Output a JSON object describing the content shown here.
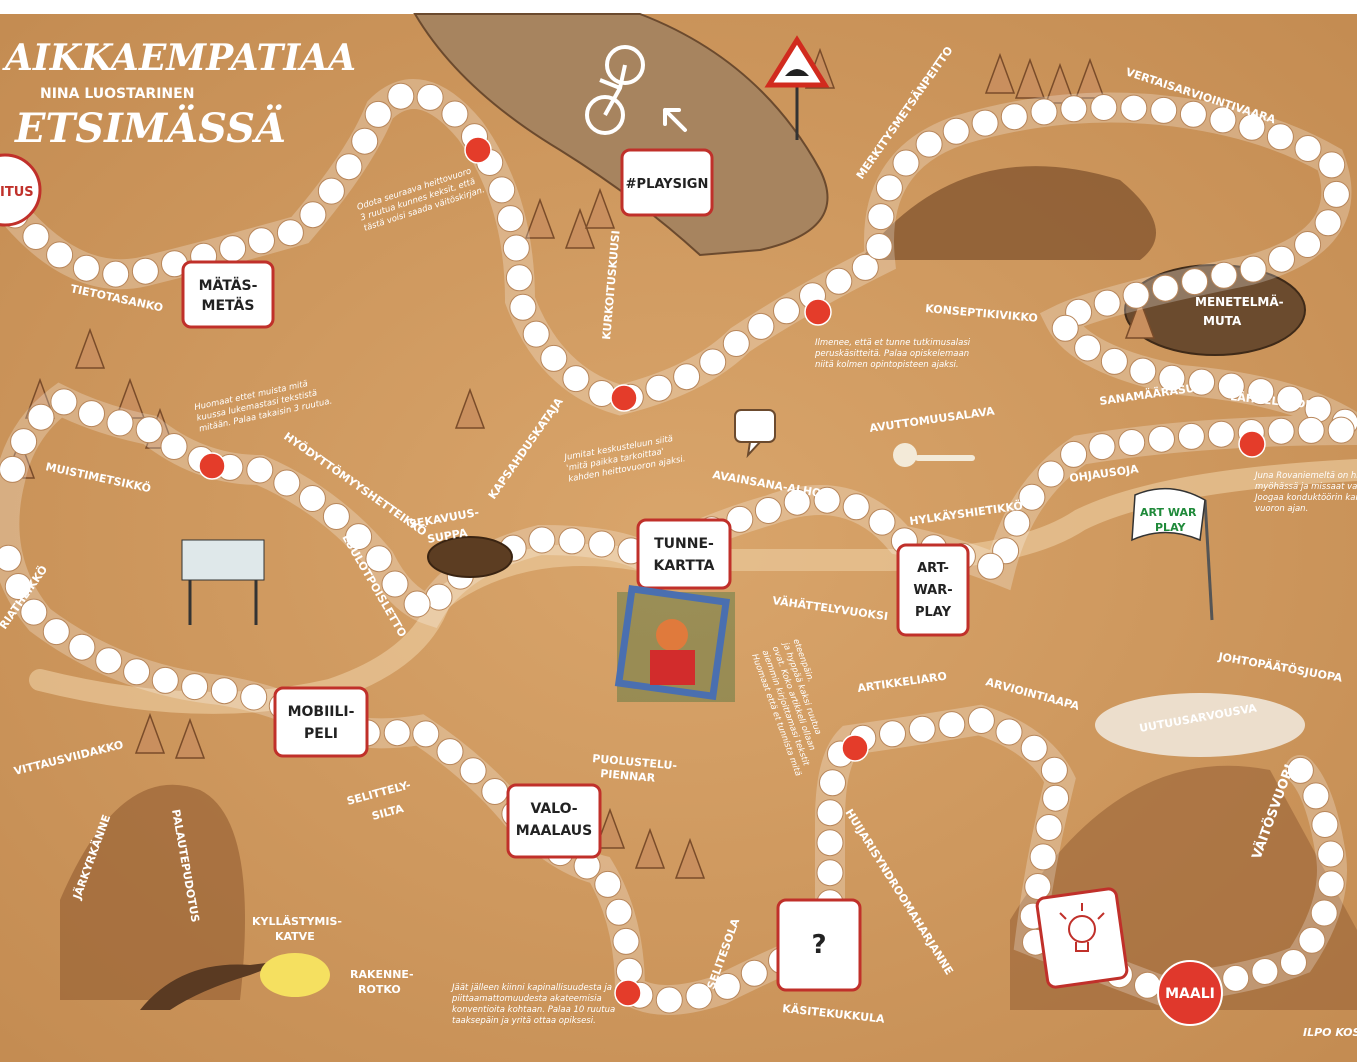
{
  "title": {
    "line1": "AIKKAEMPATIAA",
    "author": "NINA LUOSTARINEN",
    "line2": "ETSIMÄSSÄ"
  },
  "credit": "ILPO KOSK",
  "start_fragment": "ITUS",
  "cards": {
    "matasmetas": [
      "MÄTÄS-",
      "METÄS"
    ],
    "playsign": "#PLAYSIGN",
    "tunnekartta": [
      "TUNNE-",
      "KARTTA"
    ],
    "artwarplay": [
      "ART-",
      "WAR-",
      "PLAY"
    ],
    "mobiilipeli": [
      "MOBIILI-",
      "PELI"
    ],
    "valomaalaus": [
      "VALO-",
      "MAALAUS"
    ],
    "question": "?",
    "maali": "MAALI"
  },
  "flag": [
    "ART WAR",
    "PLAY"
  ],
  "places": {
    "tietotasanko": "TIETOTASANKO",
    "muistimetsikko": "MUISTIMETSIKKÖ",
    "hyodyttomyys": "HYÖDYTTÖMYYSHETTEIKKÖ",
    "sekavuus1": "SEKAVUUS-",
    "sekavuus2": "SUPPA",
    "kapsahdus": "KAPSAHDUSKATAJA",
    "luulot": "LUULOTPOISLETTO",
    "kurkoitus": "KURKOITUSKUUSI",
    "avainsana": "AVAINSANA-ALHO",
    "avuttomuus": "AVUTTOMUUSALAVA",
    "hylkays": "HYLKÄYSHIETIKKÖ",
    "ohjaus": "OHJAUSOJA",
    "lahde": "LÄHDELÄHDE",
    "sanamaara": "SANAMÄÄRÄSUO",
    "menetelma1": "MENETELMÄ-",
    "menetelma2": "MUTA",
    "konseptikivikko": "KONSEPTIKIVIKKO",
    "merkitys": "MERKITYSMETSÄNPEITTO",
    "vertais": "VERTAISARVIOINTIVAARA",
    "vahattely": "VÄHÄTTELYVUOKSI",
    "johtopaatos": "JOHTOPÄÄTÖSJUOPA",
    "artikkeli": "ARTIKKELIARO",
    "arviointi": "ARVIOINTIAAPA",
    "uutuus": "UUTUUSARVOUSVA",
    "vaitos": "VÄITÖSVUORI",
    "huijari": "HUIJARISYNDROOMAHARJANNE",
    "kasite": "KÄSITEKUKKULA",
    "selitesola": "SELITESOLA",
    "puolustelu1": "PUOLUSTELU-",
    "puolustelu2": "PIENNAR",
    "selittely1": "SELITTELY-",
    "selittely2": "SILTA",
    "vittausviidakko": "VITTAUSVIIDAKKO",
    "jarkyrkanne": "JÄRKYRKÄNNE",
    "palaute": "PALAUTEPUDOTUS",
    "kyllastymis1": "KYLLÄSTYMIS-",
    "kyllastymis2": "KATVE",
    "rakenne1": "RAKENNE-",
    "rakenne2": "ROTKO",
    "riatheikko": "RIATHEIKKÖ"
  },
  "notes": {
    "odota": [
      "Odota seuraava heittovuoro",
      "3 ruutua kunnes keksit, että",
      "tästä voisi saada väitöskirjan."
    ],
    "huomaat": [
      "Huomaat ettet muista mitä",
      "kuussa lukemastasi tekstistä",
      "mitään. Palaa takaisin 3 ruutua."
    ],
    "jumitat": [
      "Jumitat keskusteluun siitä",
      "'mitä paikka tarkoittaa'",
      "kahden heittovuoron ajaksi."
    ],
    "ilmenee": [
      "Ilmenee, että et tunne tutkimusalasi",
      "peruskäsitteitä. Palaa opiskelemaan",
      "niitä kolmen opintopisteen ajaksi."
    ],
    "juna": [
      "Juna Rovaniemeltä on hieman",
      "myöhässä ja missaat vaihtoyhteyden.",
      "Joogaa konduktöörin kanssa",
      "vuoron ajan."
    ],
    "huomaat2": [
      "Huomaat että et tunnista mitä",
      "aiemmin kirjoittamasi tekstit",
      "ovat. Koko artikkeli ollaan",
      "ja hyppää kaksi ruutua",
      "eteenpäin."
    ],
    "jaat": [
      "Jäät jälleen kiinni kapinallisuudesta ja",
      "piittaamattomuudesta akateemisia",
      "konventioita kohtaan. Palaa 10 ruutua",
      "taaksepäin ja yritä ottaa opiksesi."
    ]
  }
}
